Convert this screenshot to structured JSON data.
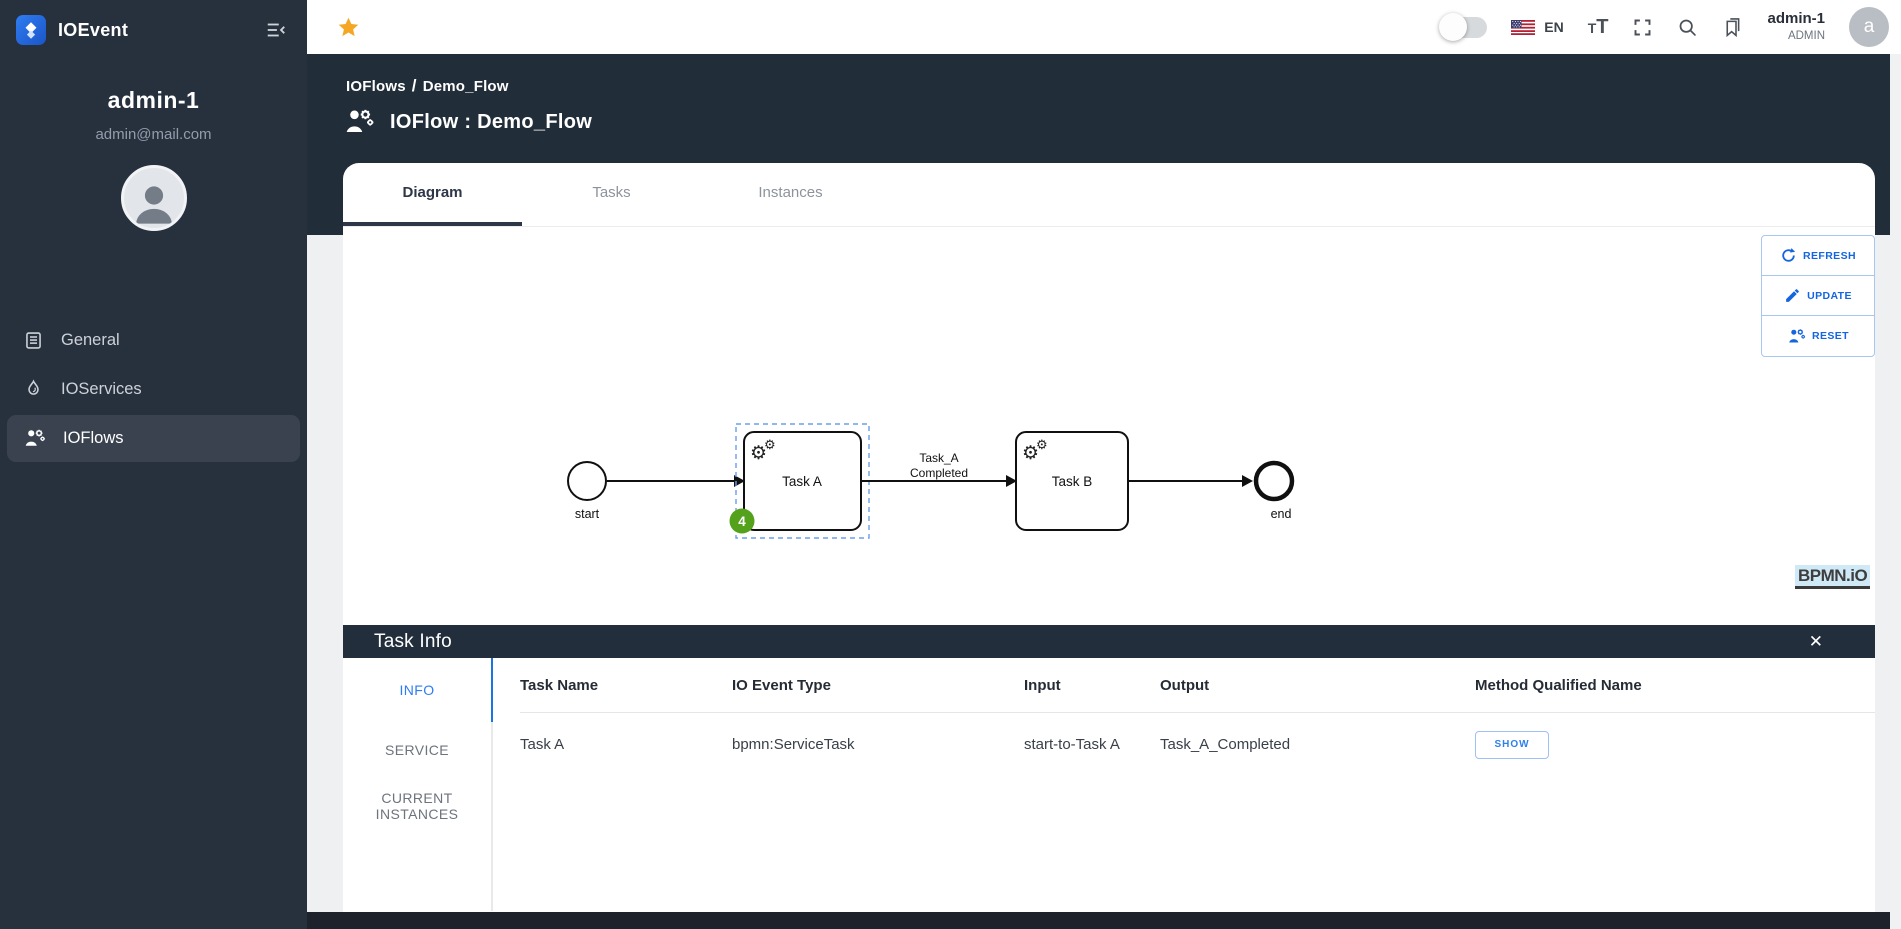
{
  "sidebar": {
    "brand": "IOEvent",
    "user": {
      "name": "admin-1",
      "email": "admin@mail.com"
    },
    "items": [
      {
        "label": "General",
        "icon": "document-icon",
        "active": false
      },
      {
        "label": "IOServices",
        "icon": "flame-icon",
        "active": false
      },
      {
        "label": "IOFlows",
        "icon": "person-gear-icon",
        "active": true
      }
    ]
  },
  "topbar": {
    "lang": "EN",
    "user_name": "admin-1",
    "user_role": "ADMIN",
    "avatar_letter": "a"
  },
  "header": {
    "breadcrumb_parent": "IOFlows",
    "breadcrumb_sep": "/",
    "breadcrumb_current": "Demo_Flow",
    "title": "IOFlow : Demo_Flow"
  },
  "tabs": [
    {
      "label": "Diagram",
      "active": true
    },
    {
      "label": "Tasks",
      "active": false
    },
    {
      "label": "Instances",
      "active": false
    }
  ],
  "diagram_actions": [
    {
      "label": "REFRESH"
    },
    {
      "label": "UPDATE"
    },
    {
      "label": "RESET"
    }
  ],
  "diagram": {
    "start_label": "start",
    "end_label": "end",
    "task_a_label": "Task A",
    "task_b_label": "Task B",
    "flow_label_line1": "Task_A",
    "flow_label_line2": "Completed",
    "task_a_badge": "4",
    "gear_glyph": "⚙",
    "watermark": "BPMN.iO"
  },
  "task_info": {
    "title": "Task Info",
    "close_glyph": "✕",
    "side_tabs": [
      {
        "label": "INFO",
        "active": true
      },
      {
        "label": "SERVICE",
        "active": false
      },
      {
        "label": "CURRENT INSTANCES",
        "active": false
      }
    ],
    "columns": [
      "Task Name",
      "IO Event Type",
      "Input",
      "Output",
      "Method Qualified Name"
    ],
    "rows": [
      {
        "task_name": "Task A",
        "io_event_type": "bpmn:ServiceTask",
        "input": "start-to-Task A",
        "output": "Task_A_Completed",
        "method_action": "SHOW"
      }
    ]
  },
  "colors": {
    "accent_blue": "#1b74e4",
    "badge_green": "#54a21c",
    "star_orange": "#f5a623",
    "dark_navy": "#222d3a",
    "sidebar_navy": "#27303d"
  }
}
